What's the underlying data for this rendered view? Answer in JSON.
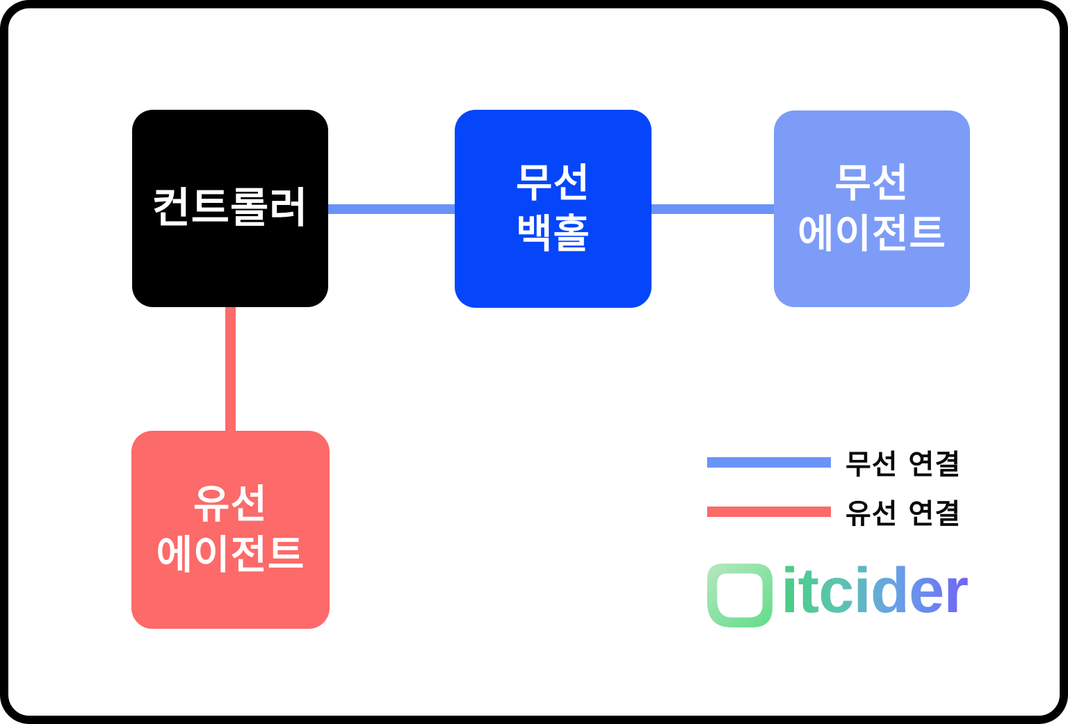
{
  "diagram": {
    "title": "",
    "nodes": [
      {
        "id": "controller",
        "label": "컨트롤러",
        "bg_color": "#000000",
        "text_color": "#ffffff"
      },
      {
        "id": "wireless-backhaul",
        "label": "무선\n백홀",
        "bg_color": "#0546fa",
        "text_color": "#ffffff"
      },
      {
        "id": "wireless-agent",
        "label": "무선\n에이전트",
        "bg_color": "#7d9cf8",
        "text_color": "#ffffff"
      },
      {
        "id": "wired-agent",
        "label": "유선\n에이전트",
        "bg_color": "#fc6a69",
        "text_color": "#ffffff"
      }
    ],
    "edges": [
      {
        "from": "controller",
        "to": "wireless-backhaul",
        "type": "wireless",
        "color": "#6a93f8"
      },
      {
        "from": "wireless-backhaul",
        "to": "wireless-agent",
        "type": "wireless",
        "color": "#6a93f8"
      },
      {
        "from": "controller",
        "to": "wired-agent",
        "type": "wired",
        "color": "#fc6a69"
      }
    ]
  },
  "legend": {
    "items": [
      {
        "label": "무선 연결",
        "swatch_color": "#6a93f8"
      },
      {
        "label": "유선 연결",
        "swatch_color": "#fc6a69"
      }
    ]
  },
  "logo": {
    "text": "itcider",
    "icon": "itcider-squircle-icon",
    "icon_gradient": [
      "#b7e7c0",
      "#67dd8d"
    ],
    "text_gradient": [
      "#49ce84",
      "#5cc4ad",
      "#68a5e0",
      "#7163f3"
    ]
  },
  "frame": {
    "border_color": "#000000",
    "background": "#ffffff"
  }
}
